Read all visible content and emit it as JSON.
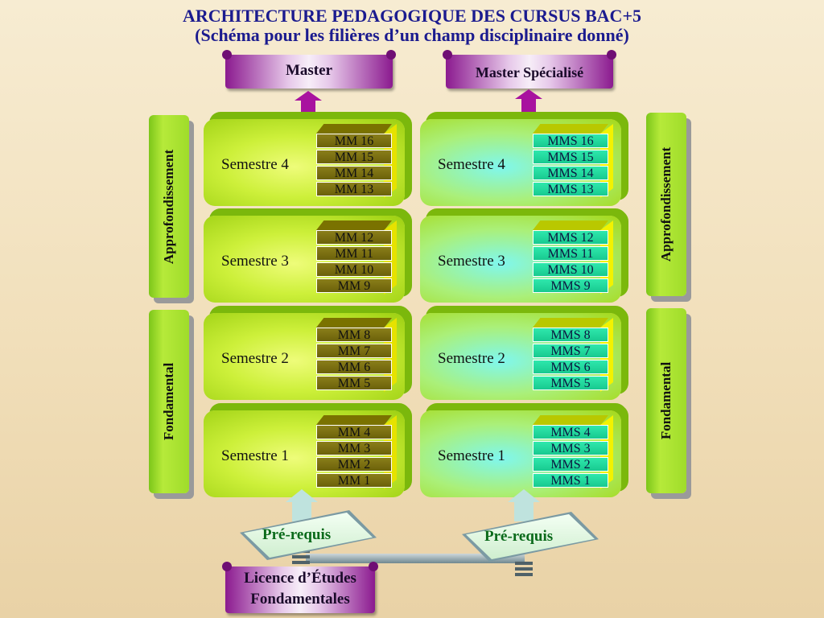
{
  "title": {
    "line1": "ARCHITECTURE PEDAGOGIQUE DES CURSUS BAC+5",
    "line2": "(Schéma pour les filières d’un champ disciplinaire donné)"
  },
  "top": {
    "master": "Master",
    "master_specialise": "Master Spécialisé"
  },
  "side": {
    "left_upper": "Approfondissement",
    "left_lower": "Fondamental",
    "right_upper": "Approfondissement",
    "right_lower": "Fondamental"
  },
  "master_column": [
    {
      "semester": "Semestre 4",
      "modules": [
        "MM 16",
        "MM 15",
        "MM 14",
        "MM 13"
      ]
    },
    {
      "semester": "Semestre 3",
      "modules": [
        "MM 12",
        "MM 11",
        "MM 10",
        "MM 9"
      ]
    },
    {
      "semester": "Semestre 2",
      "modules": [
        "MM 8",
        "MM 7",
        "MM 6",
        "MM 5"
      ]
    },
    {
      "semester": "Semestre 1",
      "modules": [
        "MM 4",
        "MM 3",
        "MM 2",
        "MM 1"
      ]
    }
  ],
  "mms_column": [
    {
      "semester": "Semestre 4",
      "modules": [
        "MMS 16",
        "MMS 15",
        "MMS 14",
        "MMS 13"
      ]
    },
    {
      "semester": "Semestre 3",
      "modules": [
        "MMS 12",
        "MMS 11",
        "MMS 10",
        "MMS 9"
      ]
    },
    {
      "semester": "Semestre 2",
      "modules": [
        "MMS 8",
        "MMS 7",
        "MMS 6",
        "MMS 5"
      ]
    },
    {
      "semester": "Semestre 1",
      "modules": [
        "MMS 4",
        "MMS 3",
        "MMS 2",
        "MMS 1"
      ]
    }
  ],
  "prerequis": {
    "left": "Pré-requis",
    "right": "Pré-requis"
  },
  "licence": {
    "line1": "Licence d’Études",
    "line2": "Fondamentales"
  },
  "colors": {
    "title": "#1b1b8f",
    "ribbon": "#8b1a8f",
    "arrow_up": "#a8129f",
    "block_green": "#cdf03a",
    "block_cyan": "#7ff7ee",
    "module_mm": "#6b610a",
    "module_mms": "#18c98f",
    "prerequis_text": "#0a6a1a"
  }
}
